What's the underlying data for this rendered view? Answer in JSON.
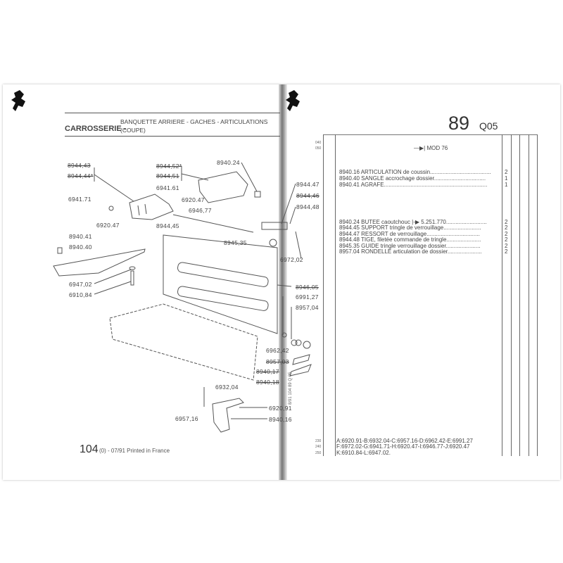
{
  "left_page": {
    "section": "CARROSSERIE -",
    "subtitle_line1": "BANQUETTE ARRIERE - GACHES - ARTICULATIONS",
    "subtitle_line2": "(COUPE)",
    "footer_model": "104",
    "footer_suffix": "(0) - 07/91 Printed in France",
    "callouts": [
      {
        "text": "8944,43",
        "struck": true
      },
      {
        "text": "8944,44*",
        "struck": true
      },
      {
        "text": "8944,52*",
        "struck": true
      },
      {
        "text": "8944,51",
        "struck": true
      },
      {
        "text": "8940.24",
        "struck": false
      },
      {
        "text": "6941.61",
        "struck": false
      },
      {
        "text": "6941.71",
        "struck": false
      },
      {
        "text": "6920.47",
        "struck": false
      },
      {
        "text": "6946,77",
        "struck": false
      },
      {
        "text": "6920.47",
        "struck": false
      },
      {
        "text": "8944,45",
        "struck": false
      },
      {
        "text": "8944.47",
        "struck": false
      },
      {
        "text": "8944,46",
        "struck": true
      },
      {
        "text": "8944,48",
        "struck": false
      },
      {
        "text": "8945,35",
        "struck": false
      },
      {
        "text": "6972,02",
        "struck": false
      },
      {
        "text": "8940.41",
        "struck": false
      },
      {
        "text": "8940.40",
        "struck": false
      },
      {
        "text": "6947,02",
        "struck": false
      },
      {
        "text": "6910,84",
        "struck": false
      },
      {
        "text": "8946,05",
        "struck": true
      },
      {
        "text": "6991,27",
        "struck": false
      },
      {
        "text": "8957,04",
        "struck": false
      },
      {
        "text": "6962,42",
        "struck": false
      },
      {
        "text": "8957,03",
        "struck": true
      },
      {
        "text": "8940,17",
        "struck": true
      },
      {
        "text": "8940,18",
        "struck": true
      },
      {
        "text": "6932,04",
        "struck": false
      },
      {
        "text": "6920,91",
        "struck": false
      },
      {
        "text": "6957,16",
        "struck": false
      },
      {
        "text": "8940,16",
        "struck": false
      }
    ]
  },
  "right_page": {
    "page_number": "89",
    "page_code": "Q05",
    "row_numbers_top": [
      "040",
      "050"
    ],
    "row_numbers_bottom": [
      "230",
      "240",
      "250"
    ],
    "side_code": "8/91   104   89 Q 05",
    "mod_marker": "MOD 76",
    "items_group1": [
      {
        "text": "8940.16 ARTICULATION de coussin.......................................",
        "qty": "2"
      },
      {
        "text": "8940.40 SANGLE accrochage dossier.................................",
        "qty": "1"
      },
      {
        "text": "8940.41 AGRAFE..................................................................",
        "qty": "1"
      }
    ],
    "items_group2": [
      {
        "text": "8940.24 BUTEE caoutchouc |-▶ 5.251.770..........................",
        "qty": "2"
      },
      {
        "text": "8944.45 SUPPORT tringle de verrouillage........................",
        "qty": "2"
      },
      {
        "text": "8944.47 RESSORT de verrouillage..................................",
        "qty": "2"
      },
      {
        "text": "8944.48 TIGE, filetée commande de tringle......................",
        "qty": "2"
      },
      {
        "text": "8945.35 GUIDE tringle verrouillage dossier......................",
        "qty": "2"
      },
      {
        "text": "8957.04 RONDELLE articulation de dossier......................",
        "qty": "2"
      }
    ],
    "footnotes": [
      "A:6920.91-B:6932.04-C:6957.16-D:6962.42-E:6991.27",
      "F:6972.02-G:6941.71-H:6920.47-I:6946.77-J:6920.47",
      "K:6910.84-L:6947.02."
    ]
  }
}
